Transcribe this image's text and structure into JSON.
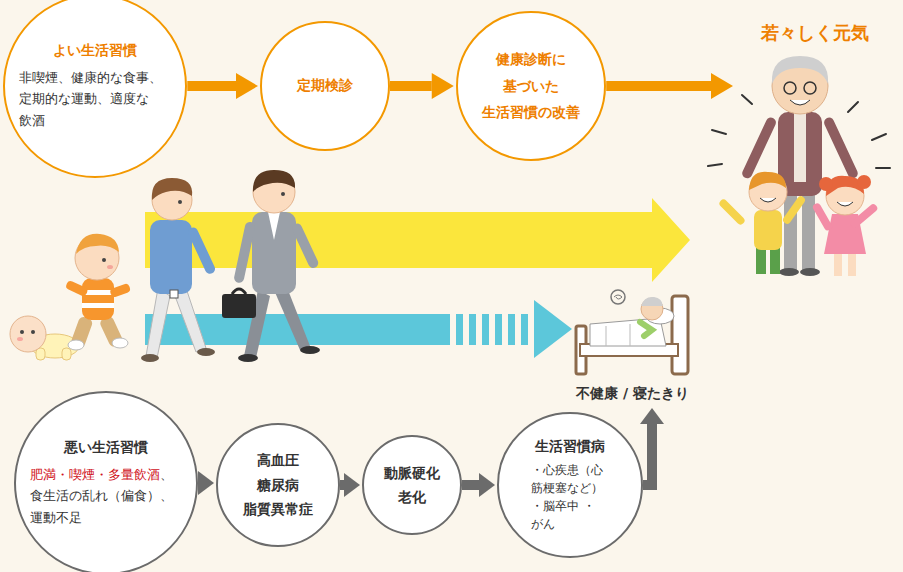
{
  "diagram": {
    "nodes": [
      {
        "text": [
          "よい生活習慣",
          "非喫煙、健康的な食事、 定期的な運動、適度な 飲酒"
        ]
      },
      {
        "text": [
          "定期検診"
        ]
      },
      {
        "text": [
          "健康診断に 基づいた 生活習慣の改善"
        ]
      },
      {
        "text": [
          "若々しく元気"
        ]
      },
      {
        "text": [
          "不健康 / 寝たきり"
        ]
      },
      {
        "text": [
          "悪い生活習慣",
          "肥満・喫煙・多量飲酒",
          "、 食生活の乱れ（偏食）、 運動不足"
        ]
      },
      {
        "text": [
          "高血圧 糖尿病 脂質異常症"
        ]
      },
      {
        "text": [
          "動脈硬化 老化"
        ]
      },
      {
        "text": [
          "生活習慣病",
          "・心疾患（心 筋梗塞など） ・脳卒中 ・がん"
        ]
      }
    ],
    "edges": [
      {
        "from": 0,
        "to": 1,
        "arrow": "to"
      },
      {
        "from": 1,
        "to": 2,
        "arrow": "to"
      },
      {
        "from": 2,
        "to": 3,
        "arrow": "to"
      },
      {
        "from": 5,
        "to": 6,
        "arrow": "to"
      },
      {
        "from": 6,
        "to": 7,
        "arrow": "to"
      },
      {
        "from": 7,
        "to": 8,
        "arrow": "to"
      },
      {
        "from": 8,
        "to": 4,
        "arrow": "to"
      }
    ]
  }
}
